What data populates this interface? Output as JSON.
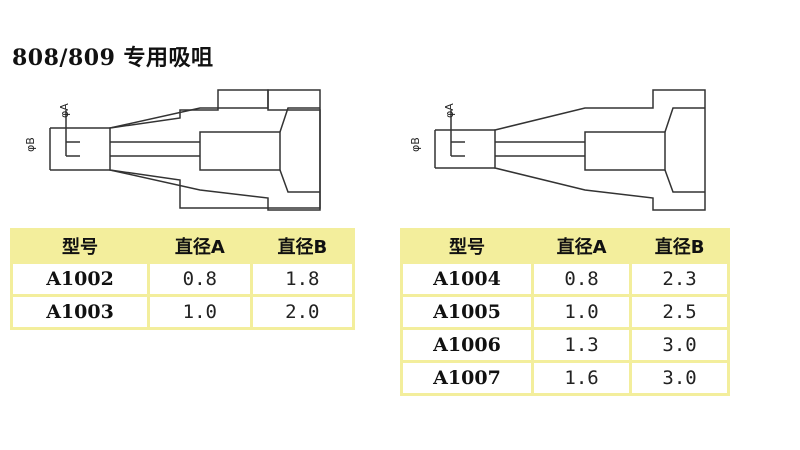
{
  "title": "808/809 专用吸咀",
  "diagram": {
    "label_a": "φA",
    "label_b": "φB"
  },
  "tables": {
    "left": {
      "headers": [
        "型号",
        "直径A",
        "直径B"
      ],
      "rows": [
        [
          "A1002",
          "0.8",
          "1.8"
        ],
        [
          "A1003",
          "1.0",
          "2.0"
        ]
      ]
    },
    "right": {
      "headers": [
        "型号",
        "直径A",
        "直径B"
      ],
      "rows": [
        [
          "A1004",
          "0.8",
          "2.3"
        ],
        [
          "A1005",
          "1.0",
          "2.5"
        ],
        [
          "A1006",
          "1.3",
          "3.0"
        ],
        [
          "A1007",
          "1.6",
          "3.0"
        ]
      ]
    }
  },
  "colors": {
    "table_border": "#f3ee9c",
    "line": "#333333"
  }
}
